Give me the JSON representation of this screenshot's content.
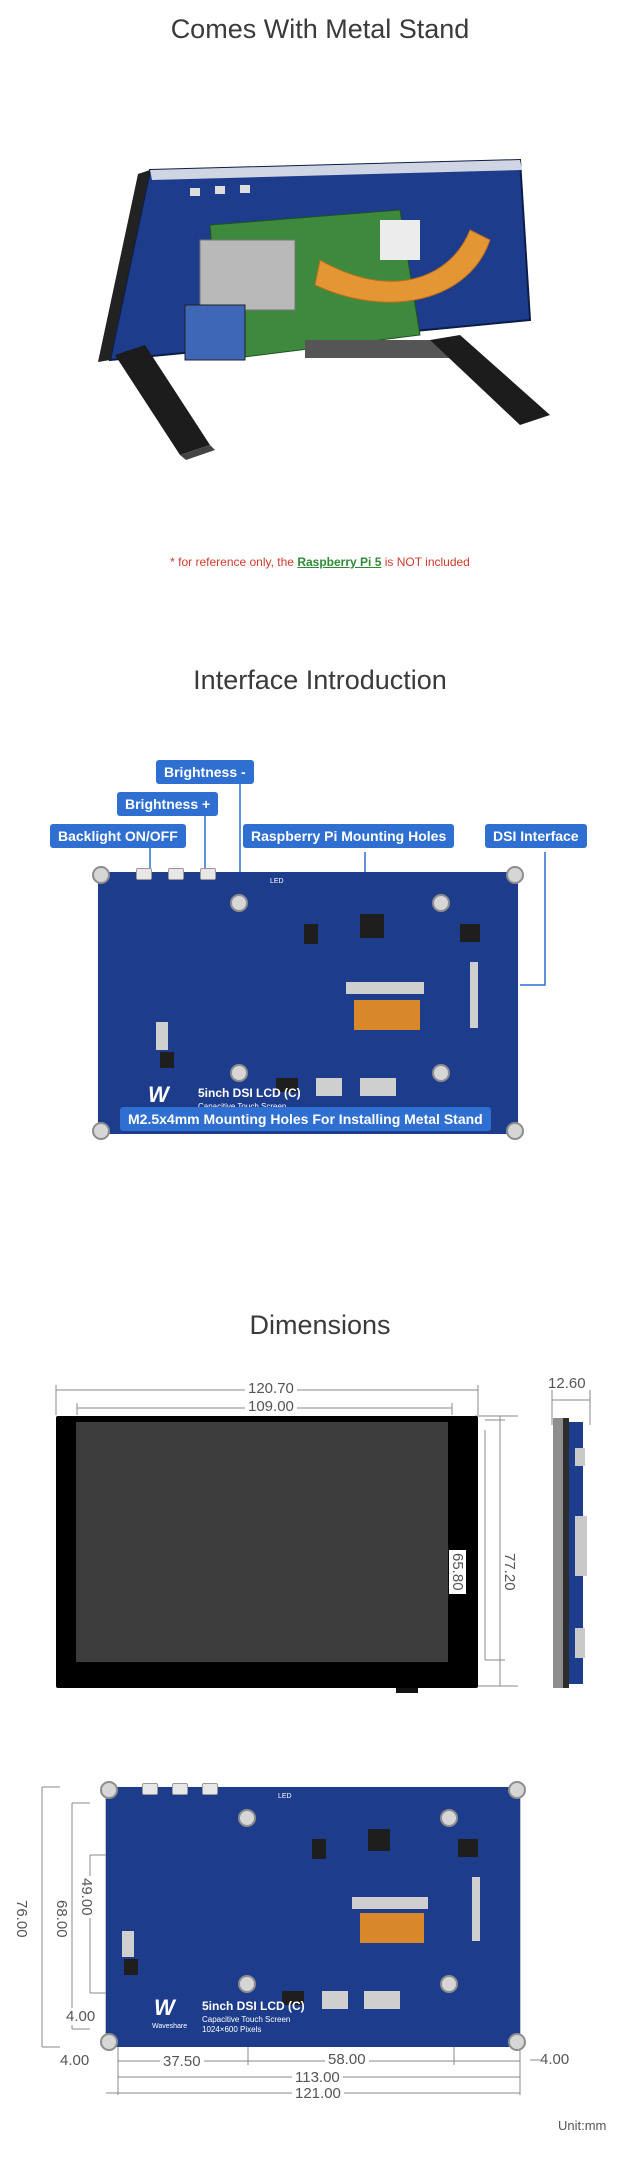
{
  "sections": {
    "stand_title": "Comes With Metal Stand",
    "interface_title": "Interface Introduction",
    "dimensions_title": "Dimensions"
  },
  "stand_note": {
    "prefix": "* for reference only, the ",
    "link": "Raspberry Pi 5",
    "suffix": " is NOT included"
  },
  "interface_labels": {
    "brightness_minus": "Brightness -",
    "brightness_plus": "Brightness +",
    "backlight": "Backlight ON/OFF",
    "rpi_holes": "Raspberry Pi Mounting Holes",
    "dsi": "DSI Interface",
    "stand_holes": "M2.5x4mm Mounting Holes For Installing Metal Stand"
  },
  "board_print": {
    "brand": "Waveshare",
    "model": "5inch DSI LCD (C)",
    "sub1": "Capacitive Touch Screen",
    "sub2": "1024×600 Pixels",
    "led": "LED"
  },
  "dimensions": {
    "front_outer_width": "120.70",
    "front_inner_width": "109.00",
    "front_inner_height": "65.80",
    "front_outer_height": "77.20",
    "side_thickness": "12.60",
    "back_total_height": "76.00",
    "back_hole_span_v": "68.00",
    "back_hole_span_v2": "49.00",
    "back_bottom_offset": "4.00",
    "back_left_offset": "4.00",
    "back_x1": "37.50",
    "back_x2": "58.00",
    "back_right_offset": "4.00",
    "back_hole_span_h": "113.00",
    "back_total_width": "121.00",
    "unit": "Unit:mm"
  }
}
